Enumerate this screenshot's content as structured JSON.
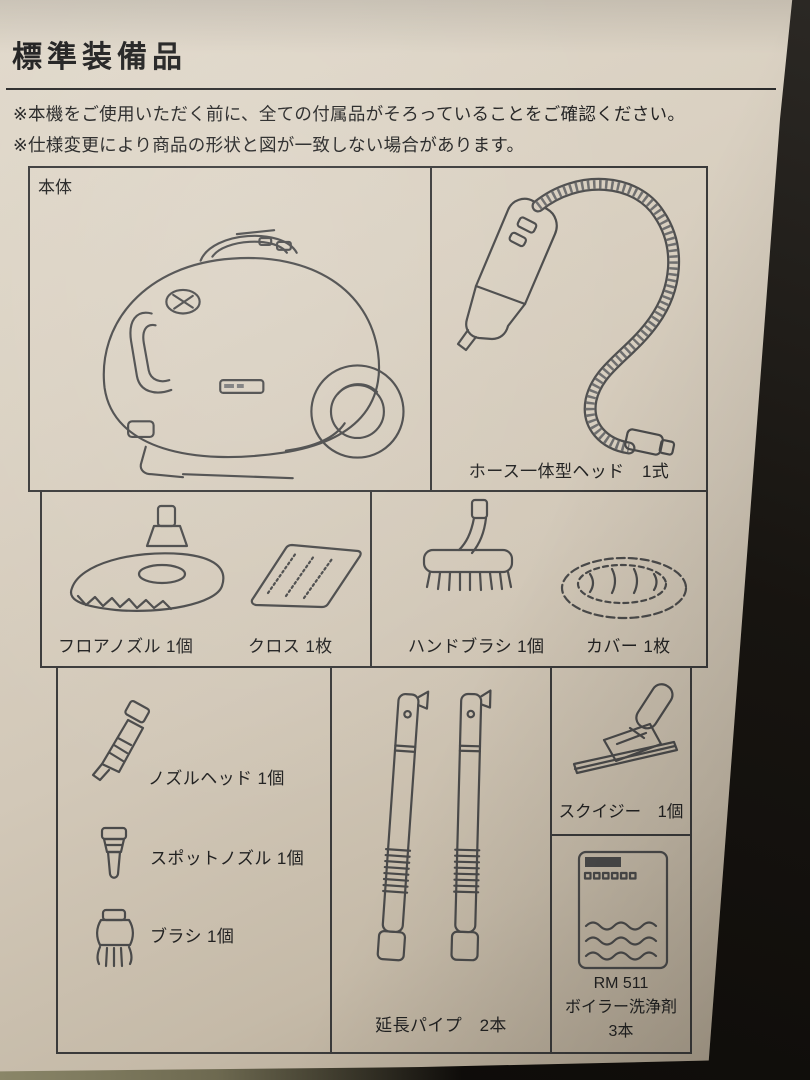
{
  "page": {
    "title": "標準装備品",
    "notes": [
      "※本機をご使用いただく前に、全ての付属品がそろっていることをご確認ください。",
      "※仕様変更により商品の形状と図が一致しない場合があります。"
    ]
  },
  "boxes": {
    "main_unit": {
      "label": "本体",
      "illustration": "steam-cleaner"
    },
    "hose_head": {
      "caption": "ホース一体型ヘッド　1式",
      "illustration": "hose-with-gun-handle"
    },
    "floor_nozzle": {
      "captions": [
        "フロアノズル 1個",
        "クロス 1枚"
      ],
      "illustration": "floor-nozzle-and-cloth"
    },
    "hand_brush": {
      "captions": [
        "ハンドブラシ 1個",
        "カバー 1枚"
      ],
      "illustration": "hand-brush-and-cover"
    },
    "small_nozzles": {
      "items": [
        "ノズルヘッド 1個",
        "スポットノズル 1個",
        "ブラシ 1個"
      ],
      "illustrations": [
        "nozzle-head",
        "spot-nozzle",
        "round-brush"
      ]
    },
    "extension_pipe": {
      "caption": "延長パイプ　2本",
      "illustration": "extension-pipes"
    },
    "squeegee": {
      "caption": "スクイジー　1個",
      "illustration": "squeegee"
    },
    "cleaning_agent": {
      "lines": [
        "RM 511",
        "ボイラー洗浄剤",
        "3本"
      ],
      "illustration": "rm511-bottle"
    }
  }
}
